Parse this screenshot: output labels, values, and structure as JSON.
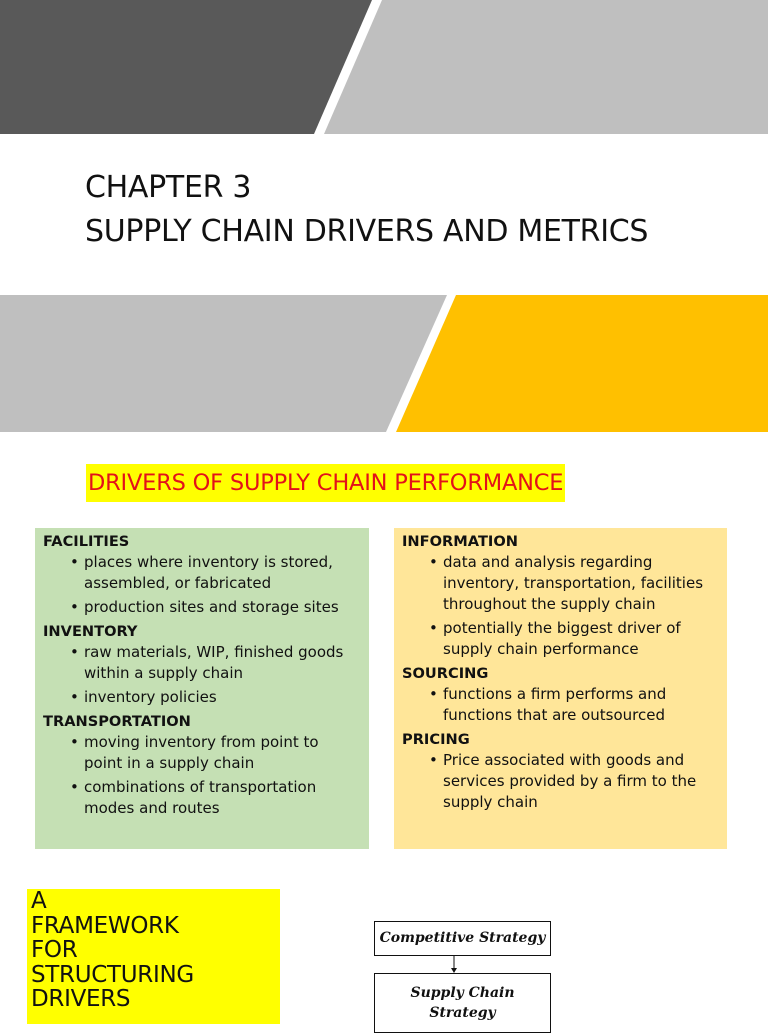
{
  "colors": {
    "dark_gray": "#595959",
    "light_gray": "#bfbfbf",
    "yellow_band": "#ffc000",
    "highlight_yellow": "#ffff00",
    "heading_red": "#e3111a",
    "green_panel": "#c5e0b4",
    "cream_panel": "#ffe699"
  },
  "title": {
    "line1": "CHAPTER 3",
    "line2": "SUPPLY CHAIN DRIVERS AND METRICS"
  },
  "drivers": {
    "heading": "DRIVERS OF SUPPLY CHAIN PERFORMANCE",
    "left": [
      {
        "name": "FACILITIES",
        "bullets": [
          "places where inventory is stored, assembled, or fabricated",
          "production sites and storage sites"
        ]
      },
      {
        "name": "INVENTORY",
        "bullets": [
          "raw materials, WIP, finished goods within a supply chain",
          "inventory policies"
        ]
      },
      {
        "name": "TRANSPORTATION",
        "bullets": [
          "moving inventory from point to point in a supply chain",
          "combinations of transportation modes and routes"
        ]
      }
    ],
    "right": [
      {
        "name": "INFORMATION",
        "bullets": [
          "data and analysis regarding inventory, transportation, facilities throughout the supply chain",
          "potentially the biggest driver of supply chain performance"
        ]
      },
      {
        "name": "SOURCING",
        "bullets": [
          "functions a firm performs and functions that are outsourced"
        ]
      },
      {
        "name": "PRICING",
        "bullets": [
          "Price associated with goods and services provided by a firm to the supply chain"
        ]
      }
    ]
  },
  "framework": {
    "lines": [
      "A",
      "FRAMEWORK",
      "FOR",
      "STRUCTURING",
      "DRIVERS"
    ]
  },
  "flow": {
    "competitive_strategy": "Competitive Strategy",
    "supply_chain_strategy_l1": "Supply Chain",
    "supply_chain_strategy_l2": "Strategy"
  }
}
